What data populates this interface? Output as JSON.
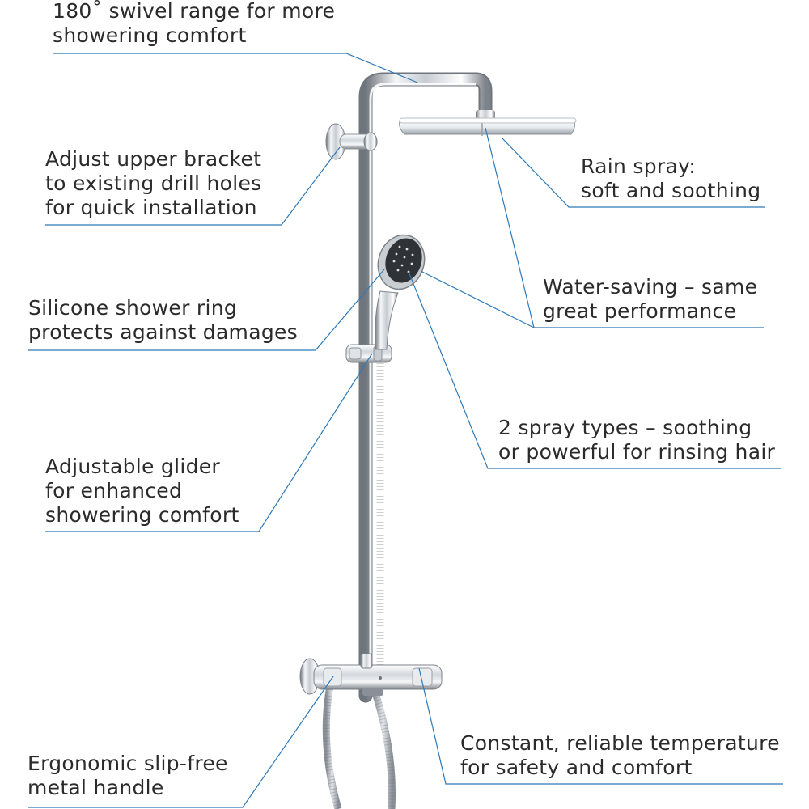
{
  "colors": {
    "leader_line": "#2e79b8",
    "chrome_light": "#f4f6f8",
    "chrome_mid": "#c7ccd2",
    "chrome_dark": "#5a6068",
    "spray_face": "#2f3337",
    "background": "#ffffff"
  },
  "product": {
    "parts": [
      "shower-arm-icon",
      "rain-head-icon",
      "upper-bracket-icon",
      "riser-rail-icon",
      "hand-shower-icon",
      "glider-icon",
      "thermostat-icon",
      "hose-icon"
    ]
  },
  "callouts": {
    "swivel": {
      "line1": "180˚ swivel range for more",
      "line2": "showering comfort"
    },
    "bracket": {
      "line1": "Adjust upper bracket",
      "line2": "to existing drill holes",
      "line3": "for quick installation"
    },
    "ring": {
      "line1": "Silicone shower ring",
      "line2": "protects against damages"
    },
    "glider": {
      "line1": "Adjustable glider",
      "line2": "for enhanced",
      "line3": "showering comfort"
    },
    "handle": {
      "line1": "Ergonomic slip-free",
      "line2": "metal handle"
    },
    "rain": {
      "line1": "Rain spray:",
      "line2": "soft and soothing"
    },
    "water": {
      "line1": "Water-saving – same",
      "line2": "great performance"
    },
    "spray": {
      "line1": "2 spray types – soothing",
      "line2": "or powerful for rinsing hair"
    },
    "temp": {
      "line1": "Constant, reliable temperature",
      "line2": "for safety and comfort"
    }
  }
}
